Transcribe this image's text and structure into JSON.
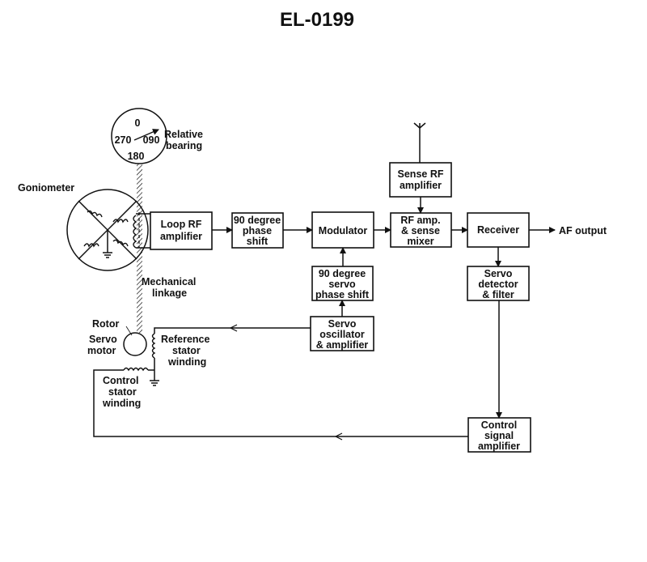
{
  "title": "EL-0199",
  "dial": {
    "marks": [
      "0",
      "090",
      "180",
      "270"
    ],
    "label": [
      "Relative",
      "bearing"
    ]
  },
  "labels": {
    "goniometer": "Goniometer",
    "mechanical_linkage": [
      "Mechanical",
      "linkage"
    ],
    "rotor": "Rotor",
    "servo_motor": [
      "Servo",
      "motor"
    ],
    "reference_stator": [
      "Reference",
      "stator",
      "winding"
    ],
    "control_stator": [
      "Control",
      "stator",
      "winding"
    ],
    "af_output": "AF output"
  },
  "blocks": {
    "loop_rf_amp": [
      "Loop RF",
      "amplifier"
    ],
    "phase_shift_90": [
      "90 degree",
      "phase",
      "shift"
    ],
    "modulator": [
      "Modulator"
    ],
    "sense_rf_amp": [
      "Sense RF",
      "amplifier"
    ],
    "rf_sense_mixer": [
      "RF amp.",
      "& sense",
      "mixer"
    ],
    "receiver": [
      "Receiver"
    ],
    "servo_phase_shift": [
      "90 degree",
      "servo",
      "phase shift"
    ],
    "servo_oscillator": [
      "Servo",
      "oscillator",
      "& amplifier"
    ],
    "servo_detector": [
      "Servo",
      "detector",
      "& filter"
    ],
    "control_signal_amp": [
      "Control",
      "signal",
      "amplifier"
    ]
  }
}
